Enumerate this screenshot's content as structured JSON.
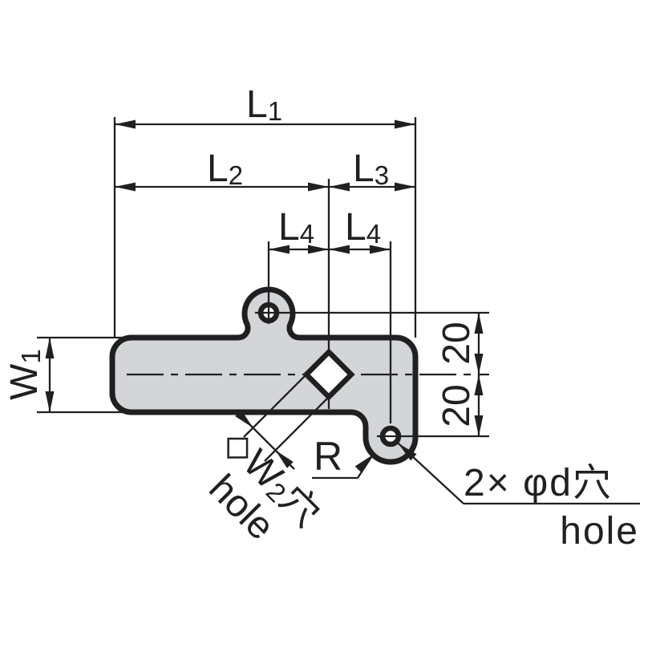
{
  "drawing": {
    "description_labels": {
      "l1": {
        "main": "L",
        "sub": "1"
      },
      "l2": {
        "main": "L",
        "sub": "2"
      },
      "l3": {
        "main": "L",
        "sub": "3"
      },
      "l4a": {
        "main": "L",
        "sub": "4"
      },
      "l4b": {
        "main": "L",
        "sub": "4"
      },
      "w1": {
        "main": "W",
        "sub": "1"
      },
      "dist_top": "20",
      "dist_bottom": "20",
      "radius": "R",
      "square_hole": {
        "prefix": "◇W",
        "sub": "2",
        "suffix": "穴",
        "line2": "hole"
      },
      "round_holes": {
        "line1": "2× φd穴",
        "line2": "hole"
      }
    },
    "colors": {
      "background": "#ffffff",
      "part_fill": "#d4d5d7",
      "line": "#1f2022"
    }
  }
}
